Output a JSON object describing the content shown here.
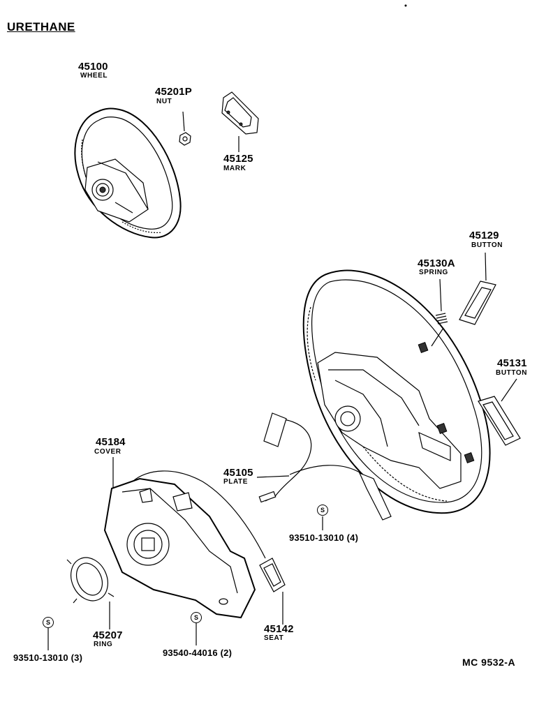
{
  "title": "URETHANE",
  "diagram_code": "MC  9532-A",
  "standard_symbol": "S",
  "parts": [
    {
      "number": "45100",
      "name": "WHEEL"
    },
    {
      "number": "45201P",
      "name": "NUT"
    },
    {
      "number": "45125",
      "name": "MARK"
    },
    {
      "number": "45129",
      "name": "BUTTON"
    },
    {
      "number": "45130A",
      "name": "SPRING"
    },
    {
      "number": "45131",
      "name": "BUTTON"
    },
    {
      "number": "45184",
      "name": "COVER"
    },
    {
      "number": "45105",
      "name": "PLATE"
    },
    {
      "number": "45142",
      "name": "SEAT"
    },
    {
      "number": "45207",
      "name": "RING"
    }
  ],
  "standard_parts": [
    {
      "number": "93510-13010 (4)"
    },
    {
      "number": "93510-13010 (3)"
    },
    {
      "number": "93540-44016 (2)"
    }
  ]
}
